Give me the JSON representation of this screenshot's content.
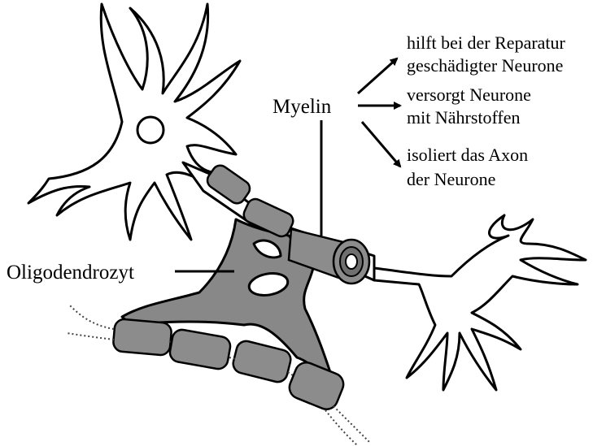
{
  "labels": {
    "myelin": "Myelin",
    "oligodendrocyte": "Oligodendrozyt",
    "function_1_line1": "hilft bei der Reparatur",
    "function_1_line2": "geschädigter Neurone",
    "function_2_line1": "versorgt Neurone",
    "function_2_line2": "mit Nährstoffen",
    "function_3_line1": "isoliert das Axon",
    "function_3_line2": "der Neurone"
  }
}
